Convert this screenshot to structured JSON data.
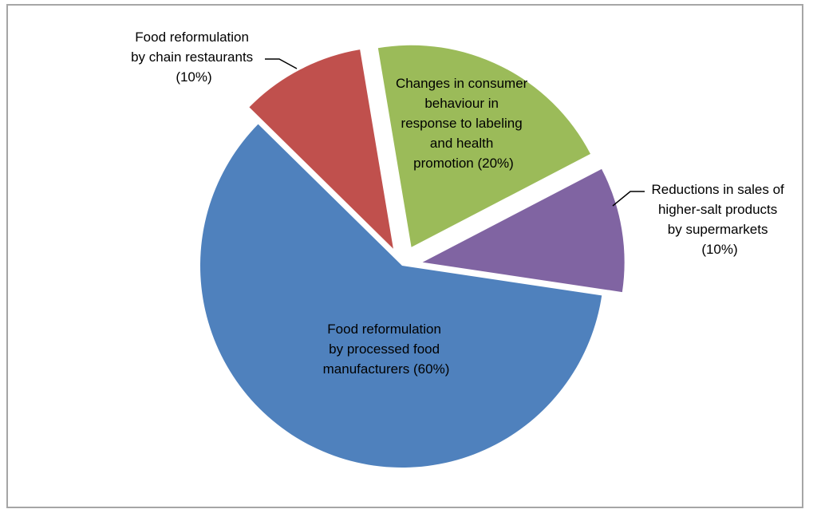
{
  "chart_data": {
    "type": "pie",
    "title": "",
    "legend": "none",
    "labels_position": "outside-with-leaders",
    "slices": [
      {
        "lines": [
          "Food reformulation",
          "by processed food",
          "manufacturers (60%)"
        ],
        "value": 60,
        "color": "#4f81bd"
      },
      {
        "lines": [
          "Food reformulation",
          "by chain restaurants",
          "(10%)"
        ],
        "value": 10,
        "color": "#c0504d"
      },
      {
        "lines": [
          "Changes in consumer",
          "behaviour in",
          "response to labeling",
          "and health",
          "promotion (20%)"
        ],
        "value": 20,
        "color": "#9bbb59"
      },
      {
        "lines": [
          "Reductions in sales of",
          "higher-salt products",
          "by supermarkets",
          "(10%)"
        ],
        "value": 10,
        "color": "#8064a2"
      }
    ]
  }
}
